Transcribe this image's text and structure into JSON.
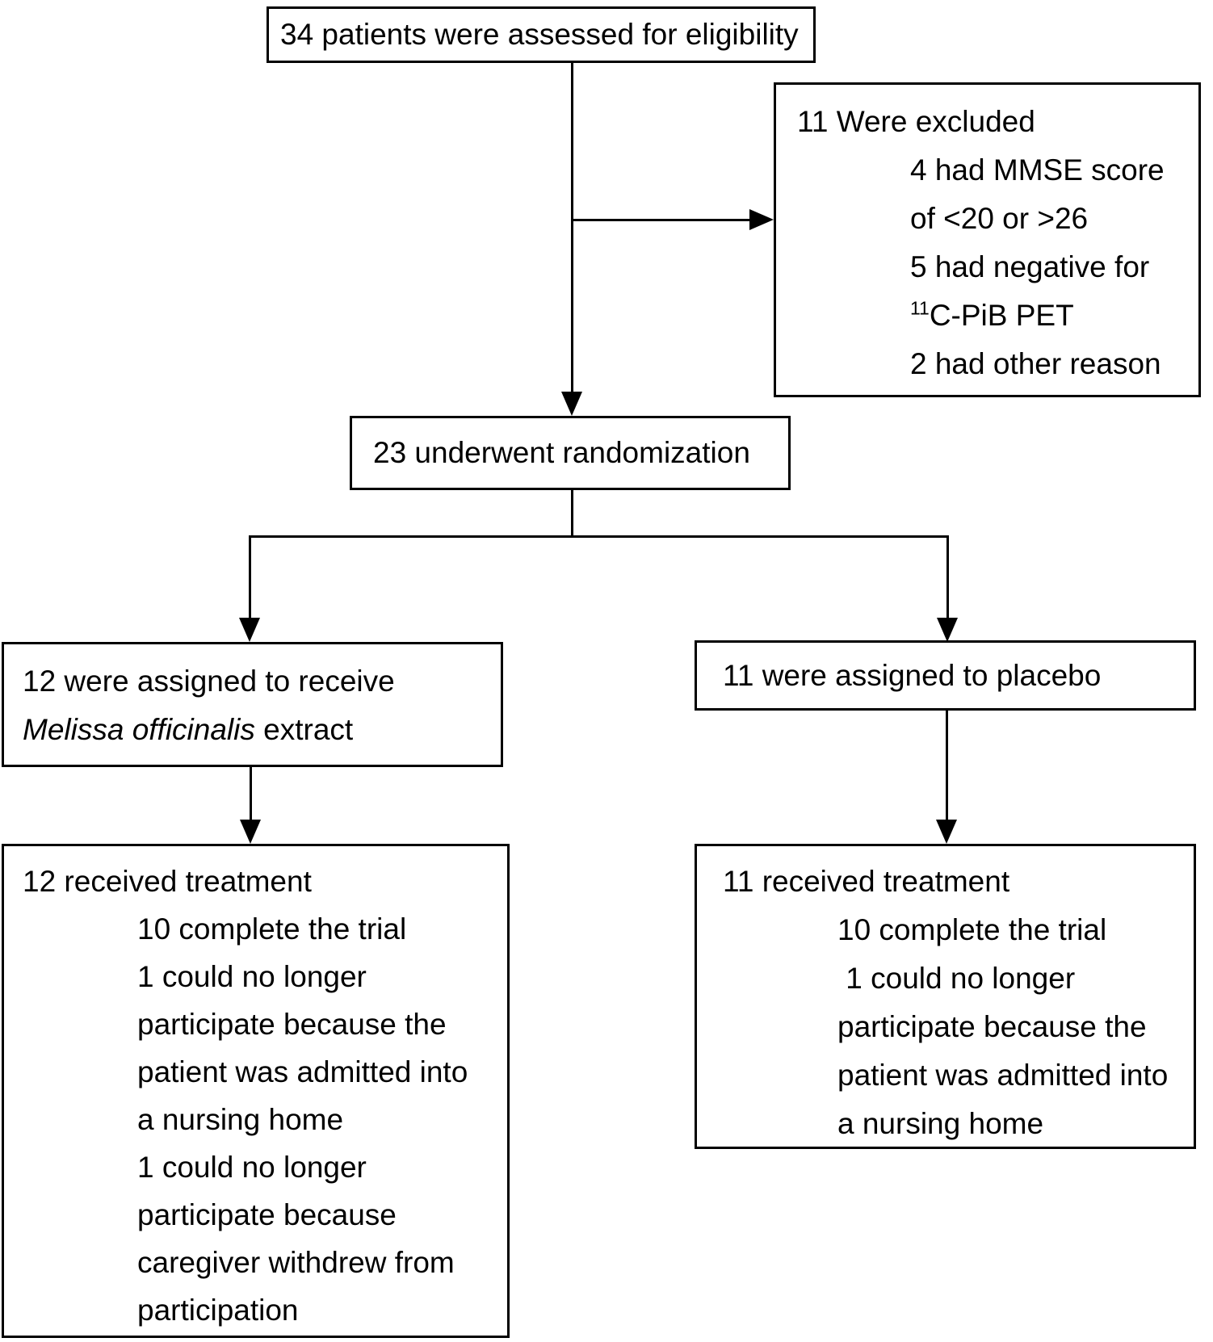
{
  "diagram": {
    "title_semantic": "CONSORT patient flow diagram",
    "colors": {
      "line": "#000000",
      "background": "#ffffff",
      "text": "#000000"
    },
    "boxes": {
      "eligibility": {
        "lines": [
          {
            "segments": [
              {
                "text": "34 patients were assessed for eligibility"
              }
            ]
          }
        ]
      },
      "excluded": {
        "lines": [
          {
            "segments": [
              {
                "text": "11 Were excluded"
              }
            ]
          },
          {
            "indent": true,
            "segments": [
              {
                "text": "4 had MMSE score"
              }
            ]
          },
          {
            "indent": true,
            "segments": [
              {
                "text": "of <20 or >26"
              }
            ]
          },
          {
            "indent": true,
            "segments": [
              {
                "text": "5 had negative for"
              }
            ]
          },
          {
            "indent": true,
            "segments": [
              {
                "text": "11",
                "sup": true
              },
              {
                "text": "C-PiB PET"
              }
            ]
          },
          {
            "indent": true,
            "segments": [
              {
                "text": "2 had other reason"
              }
            ]
          }
        ]
      },
      "randomization": {
        "lines": [
          {
            "segments": [
              {
                "text": "23 underwent randomization"
              }
            ]
          }
        ]
      },
      "assign_extract": {
        "lines": [
          {
            "segments": [
              {
                "text": "12 were assigned to receive"
              }
            ]
          },
          {
            "segments": [
              {
                "text": "Melissa officinalis",
                "italic": true
              },
              {
                "text": " extract"
              }
            ]
          }
        ]
      },
      "assign_placebo": {
        "lines": [
          {
            "segments": [
              {
                "text": "11 were assigned to placebo"
              }
            ]
          }
        ]
      },
      "treatment_extract": {
        "lines": [
          {
            "segments": [
              {
                "text": "12 received treatment"
              }
            ]
          },
          {
            "indent": true,
            "segments": [
              {
                "text": "10 complete the trial"
              }
            ]
          },
          {
            "indent": true,
            "segments": [
              {
                "text": "1 could no longer"
              }
            ]
          },
          {
            "indent": true,
            "segments": [
              {
                "text": "participate because the"
              }
            ]
          },
          {
            "indent": true,
            "segments": [
              {
                "text": "patient was admitted into"
              }
            ]
          },
          {
            "indent": true,
            "segments": [
              {
                "text": "a nursing home"
              }
            ]
          },
          {
            "indent": true,
            "segments": [
              {
                "text": "1 could no longer"
              }
            ]
          },
          {
            "indent": true,
            "segments": [
              {
                "text": "participate because"
              }
            ]
          },
          {
            "indent": true,
            "segments": [
              {
                "text": "caregiver withdrew from"
              }
            ]
          },
          {
            "indent": true,
            "segments": [
              {
                "text": "participation"
              }
            ]
          }
        ]
      },
      "treatment_placebo": {
        "lines": [
          {
            "segments": [
              {
                "text": "11 received treatment"
              }
            ]
          },
          {
            "indent": true,
            "segments": [
              {
                "text": "10 complete the trial"
              }
            ]
          },
          {
            "indent": true,
            "segments": [
              {
                "text": " 1 could no longer"
              }
            ]
          },
          {
            "indent": true,
            "segments": [
              {
                "text": "participate because the"
              }
            ]
          },
          {
            "indent": true,
            "segments": [
              {
                "text": "patient was admitted into"
              }
            ]
          },
          {
            "indent": true,
            "segments": [
              {
                "text": "a nursing home"
              }
            ]
          }
        ]
      }
    }
  }
}
